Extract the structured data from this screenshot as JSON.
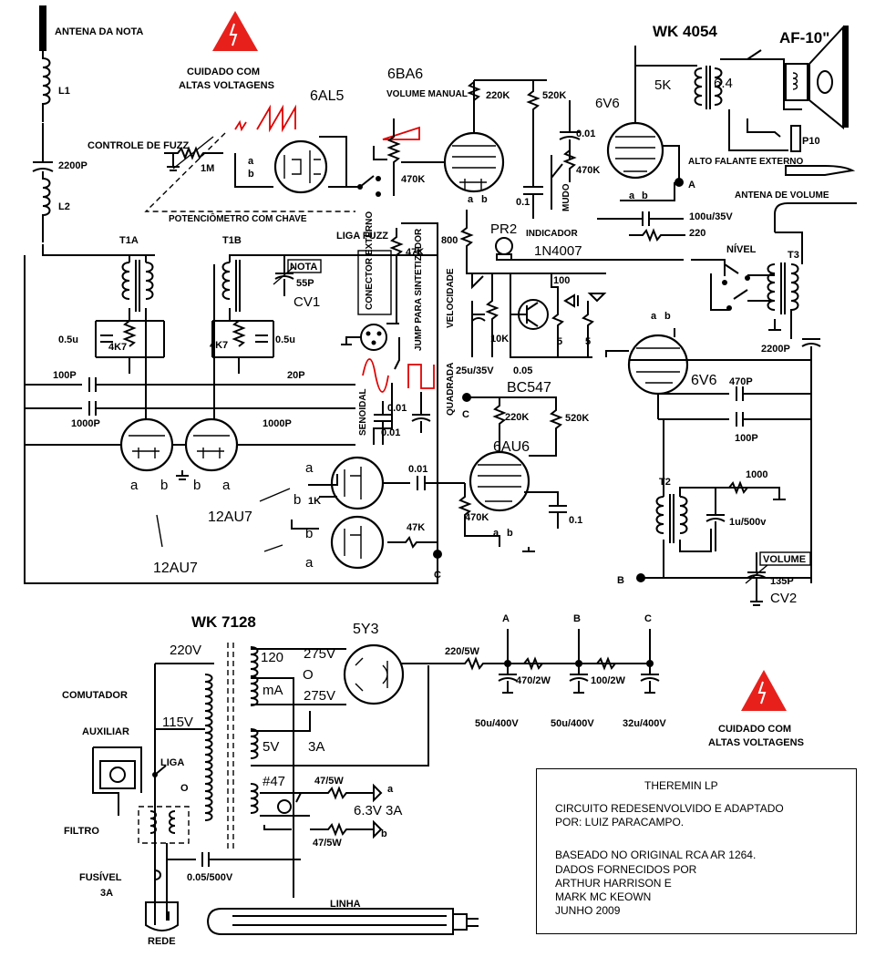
{
  "title_box": {
    "heading": "THEREMIN LP",
    "line1": "CIRCUITO REDESENVOLVIDO E ADAPTADO",
    "line2": "POR: LUIZ PARACAMPO.",
    "line3": "BASEADO NO ORIGINAL RCA AR 1264.",
    "line4": "DADOS FORNECIDOS POR",
    "line5": "ARTHUR HARRISON   E",
    "line6": "MARK MC KEOWN",
    "line7": "JUNHO 2009"
  },
  "warnings": {
    "top_line1": "CUIDADO   COM",
    "top_line2": "ALTAS VOLTAGENS",
    "bottom_line1": "CUIDADO   COM",
    "bottom_line2": "ALTAS VOLTAGENS",
    "color": "#e8201c"
  },
  "labels": {
    "antena_nota": "ANTENA DA NOTA",
    "l1": "L1",
    "l2": "L2",
    "c2200p_top": "2200P",
    "controle_fuzz": "CONTROLE DE FUZZ",
    "r1m": "1M",
    "t6al5": "6AL5",
    "t6ba6": "6BA6",
    "volume_manual": "VOLUME MANUAL",
    "pot_chave": "POTENCIÔMETRO COM CHAVE",
    "r470k_vol": "470K",
    "r220k_a": "220K",
    "r520k_a": "520K",
    "c001_a": "0.01",
    "c01_a": "0.1",
    "r470k_mudo": "470K",
    "mudo": "MUDO",
    "wk4054": "WK 4054",
    "r5k": "5K",
    "v64": "6.4",
    "af10": "AF-10\"",
    "p10": "P10",
    "alto_falante": "ALTO FALANTE EXTERNO",
    "t6v6_a": "6V6",
    "t6v6_b": "6V6",
    "antena_volume": "ANTENA DE VOLUME",
    "c100u": "100u/35V",
    "r220": "220",
    "t1a": "T1A",
    "t1b": "T1B",
    "nota": "NOTA",
    "c55p": "55P",
    "cv1": "CV1",
    "liga_fuzz": "LIGA FUZZ",
    "r47k_a": "47K",
    "conector": "CONECTOR EXTERNO",
    "jump": "JUMP PARA SINTETIZADOR",
    "r800": "800",
    "pr2": "PR2",
    "indicador": "INDICADOR",
    "d1n4007": "1N4007",
    "r100": "100",
    "nivel": "NÍVEL",
    "t3": "T3",
    "velocidade": "VELOCIDADE",
    "r10k": "10K",
    "c25u": "25u/35V",
    "c005": "0.05",
    "bc547": "BC547",
    "r5a": "5",
    "r5b": "5",
    "c05u_a": "0.5u",
    "r4k7_a": "4K7",
    "r4k7_b": "4K7",
    "c05u_b": "0.5u",
    "c100p_a": "100P",
    "c20p": "20P",
    "c1000p_a": "1000P",
    "c1000p_b": "1000P",
    "quadrada": "QUADRADA",
    "senoidal": "SENOIDAL",
    "c001_b": "0.01",
    "c001_c": "0.01",
    "c001_d": "0.01",
    "r220k_b": "220K",
    "r520k_b": "520K",
    "t6au6": "6AU6",
    "c2200p_b": "2200P",
    "c470p": "470P",
    "c100p_b": "100P",
    "t12au7_a": "12AU7",
    "t12au7_b": "12AU7",
    "r1k": "1K",
    "r47k_b": "47K",
    "r470k_c": "470K",
    "c01_b": "0.1",
    "t2": "T2",
    "r1000": "1000",
    "c1u": "1u/500v",
    "volume": "VOLUME",
    "c135p": "135P",
    "cv2": "CV2",
    "node_a": "A",
    "node_b": "B",
    "node_c": "C",
    "wk7128": "WK 7128",
    "v220": "220V",
    "v115": "115V",
    "comutador": "COMUTADOR",
    "auxiliar": "AUXILIAR",
    "liga": "LIGA",
    "o_sw": "O",
    "filtro": "FILTRO",
    "fusivel": "FUSÍVEL",
    "fus3a": "3A",
    "rede": "REDE",
    "c005_500": "0.05/500V",
    "linha": "LINHA",
    "v120": "120",
    "ma": "mA",
    "v5": "5V",
    "a3": "3A",
    "lamp47": "#47",
    "r275a": "275V",
    "o_tap": "O",
    "r275b": "275V",
    "t5y3": "5Y3",
    "r220_5w": "220/5W",
    "r470_2w": "470/2W",
    "r100_2w": "100/2W",
    "c50u_a": "50u/400V",
    "c50u_b": "50u/400V",
    "c32u": "32u/400V",
    "r47_5w_a": "47/5W",
    "r47_5w_b": "47/5W",
    "v63": "6.3V  3A",
    "pin_a": "a",
    "pin_b": "b"
  }
}
